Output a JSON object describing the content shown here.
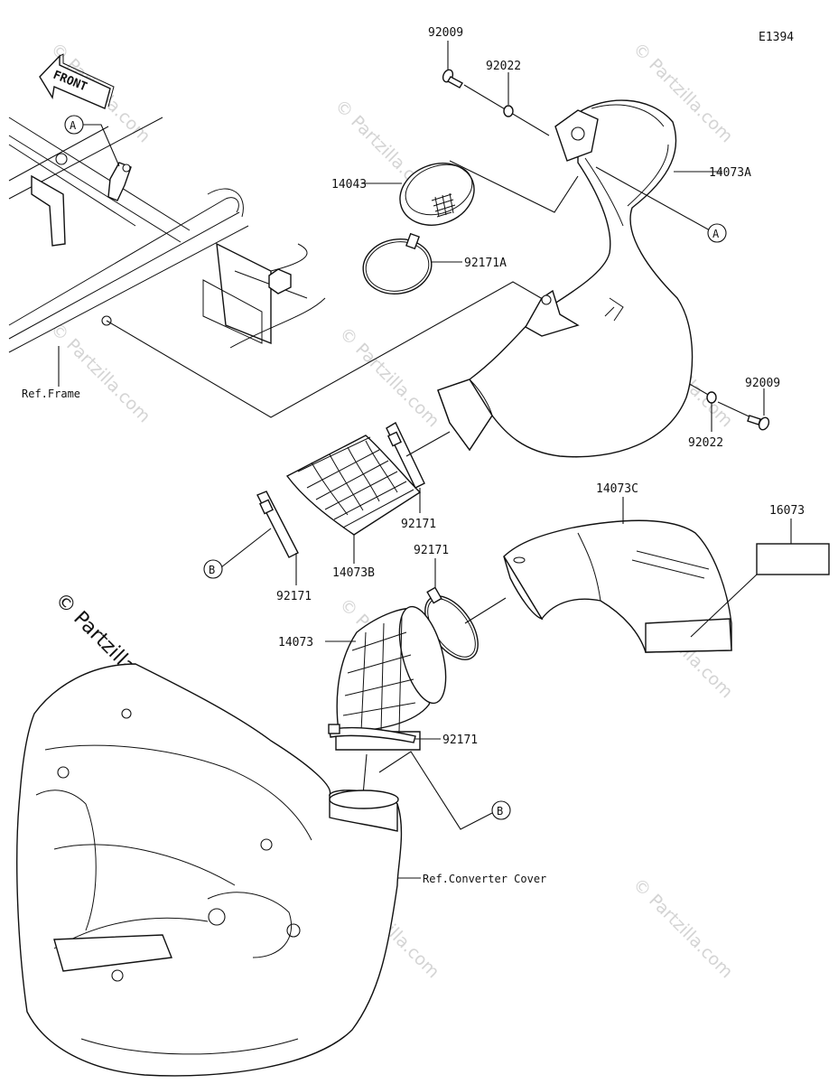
{
  "diagram_code": "E1394",
  "front_label": "FRONT",
  "watermark": "© Partzilla.com",
  "watermark_big": "© Partzilla.com",
  "part_labels": {
    "p92009_top": "92009",
    "p92022_top": "92022",
    "p14073A": "14073A",
    "p14043": "14043",
    "p92171A": "92171A",
    "p92009_right": "92009",
    "p92022_right": "92022",
    "p14073C": "14073C",
    "p16073": "16073",
    "p92171_a": "92171",
    "p92171_b": "92171",
    "p14073B": "14073B",
    "p92171_c": "92171",
    "p14073": "14073",
    "p92171_d": "92171"
  },
  "ref_labels": {
    "frame": "Ref.Frame",
    "converter": "Ref.Converter Cover"
  },
  "callouts": {
    "a_left": "A",
    "a_right": "A",
    "b_left": "B",
    "b_right": "B"
  }
}
